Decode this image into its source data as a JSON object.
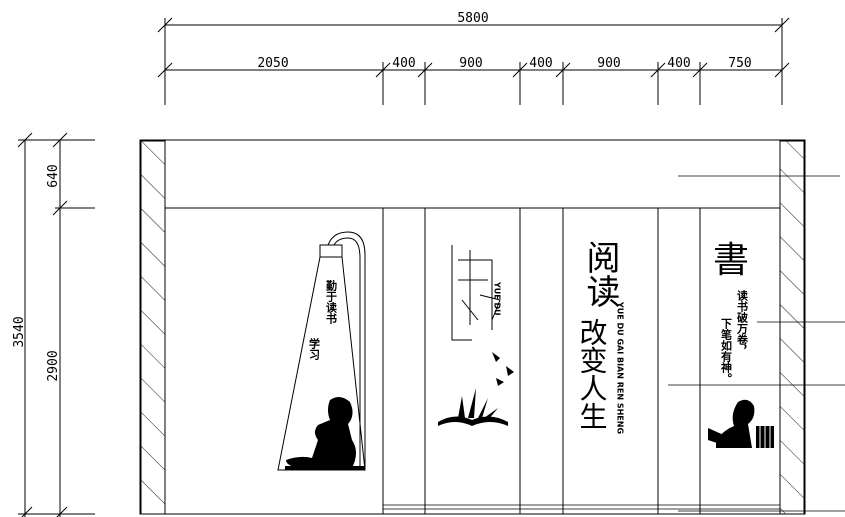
{
  "dimensions": {
    "overall_width": "5800",
    "segments": [
      "2050",
      "400",
      "900",
      "400",
      "900",
      "400",
      "750"
    ],
    "top_band": "640",
    "lower_height": "2900",
    "overall_height": "3540"
  },
  "panels": {
    "panel1": {
      "text": "勤于读书",
      "text2": "学习"
    },
    "panel2": {
      "title": "悦读",
      "pinyin": "YUE DU"
    },
    "panel3": {
      "title_big": "阅读",
      "pinyin": "YUE DU GAI BIAN REN SHENG",
      "subtitle": "改变人生"
    },
    "panel4": {
      "title_big": "書",
      "line1": "读书破万卷，",
      "line2": "下笔如有神。"
    }
  }
}
